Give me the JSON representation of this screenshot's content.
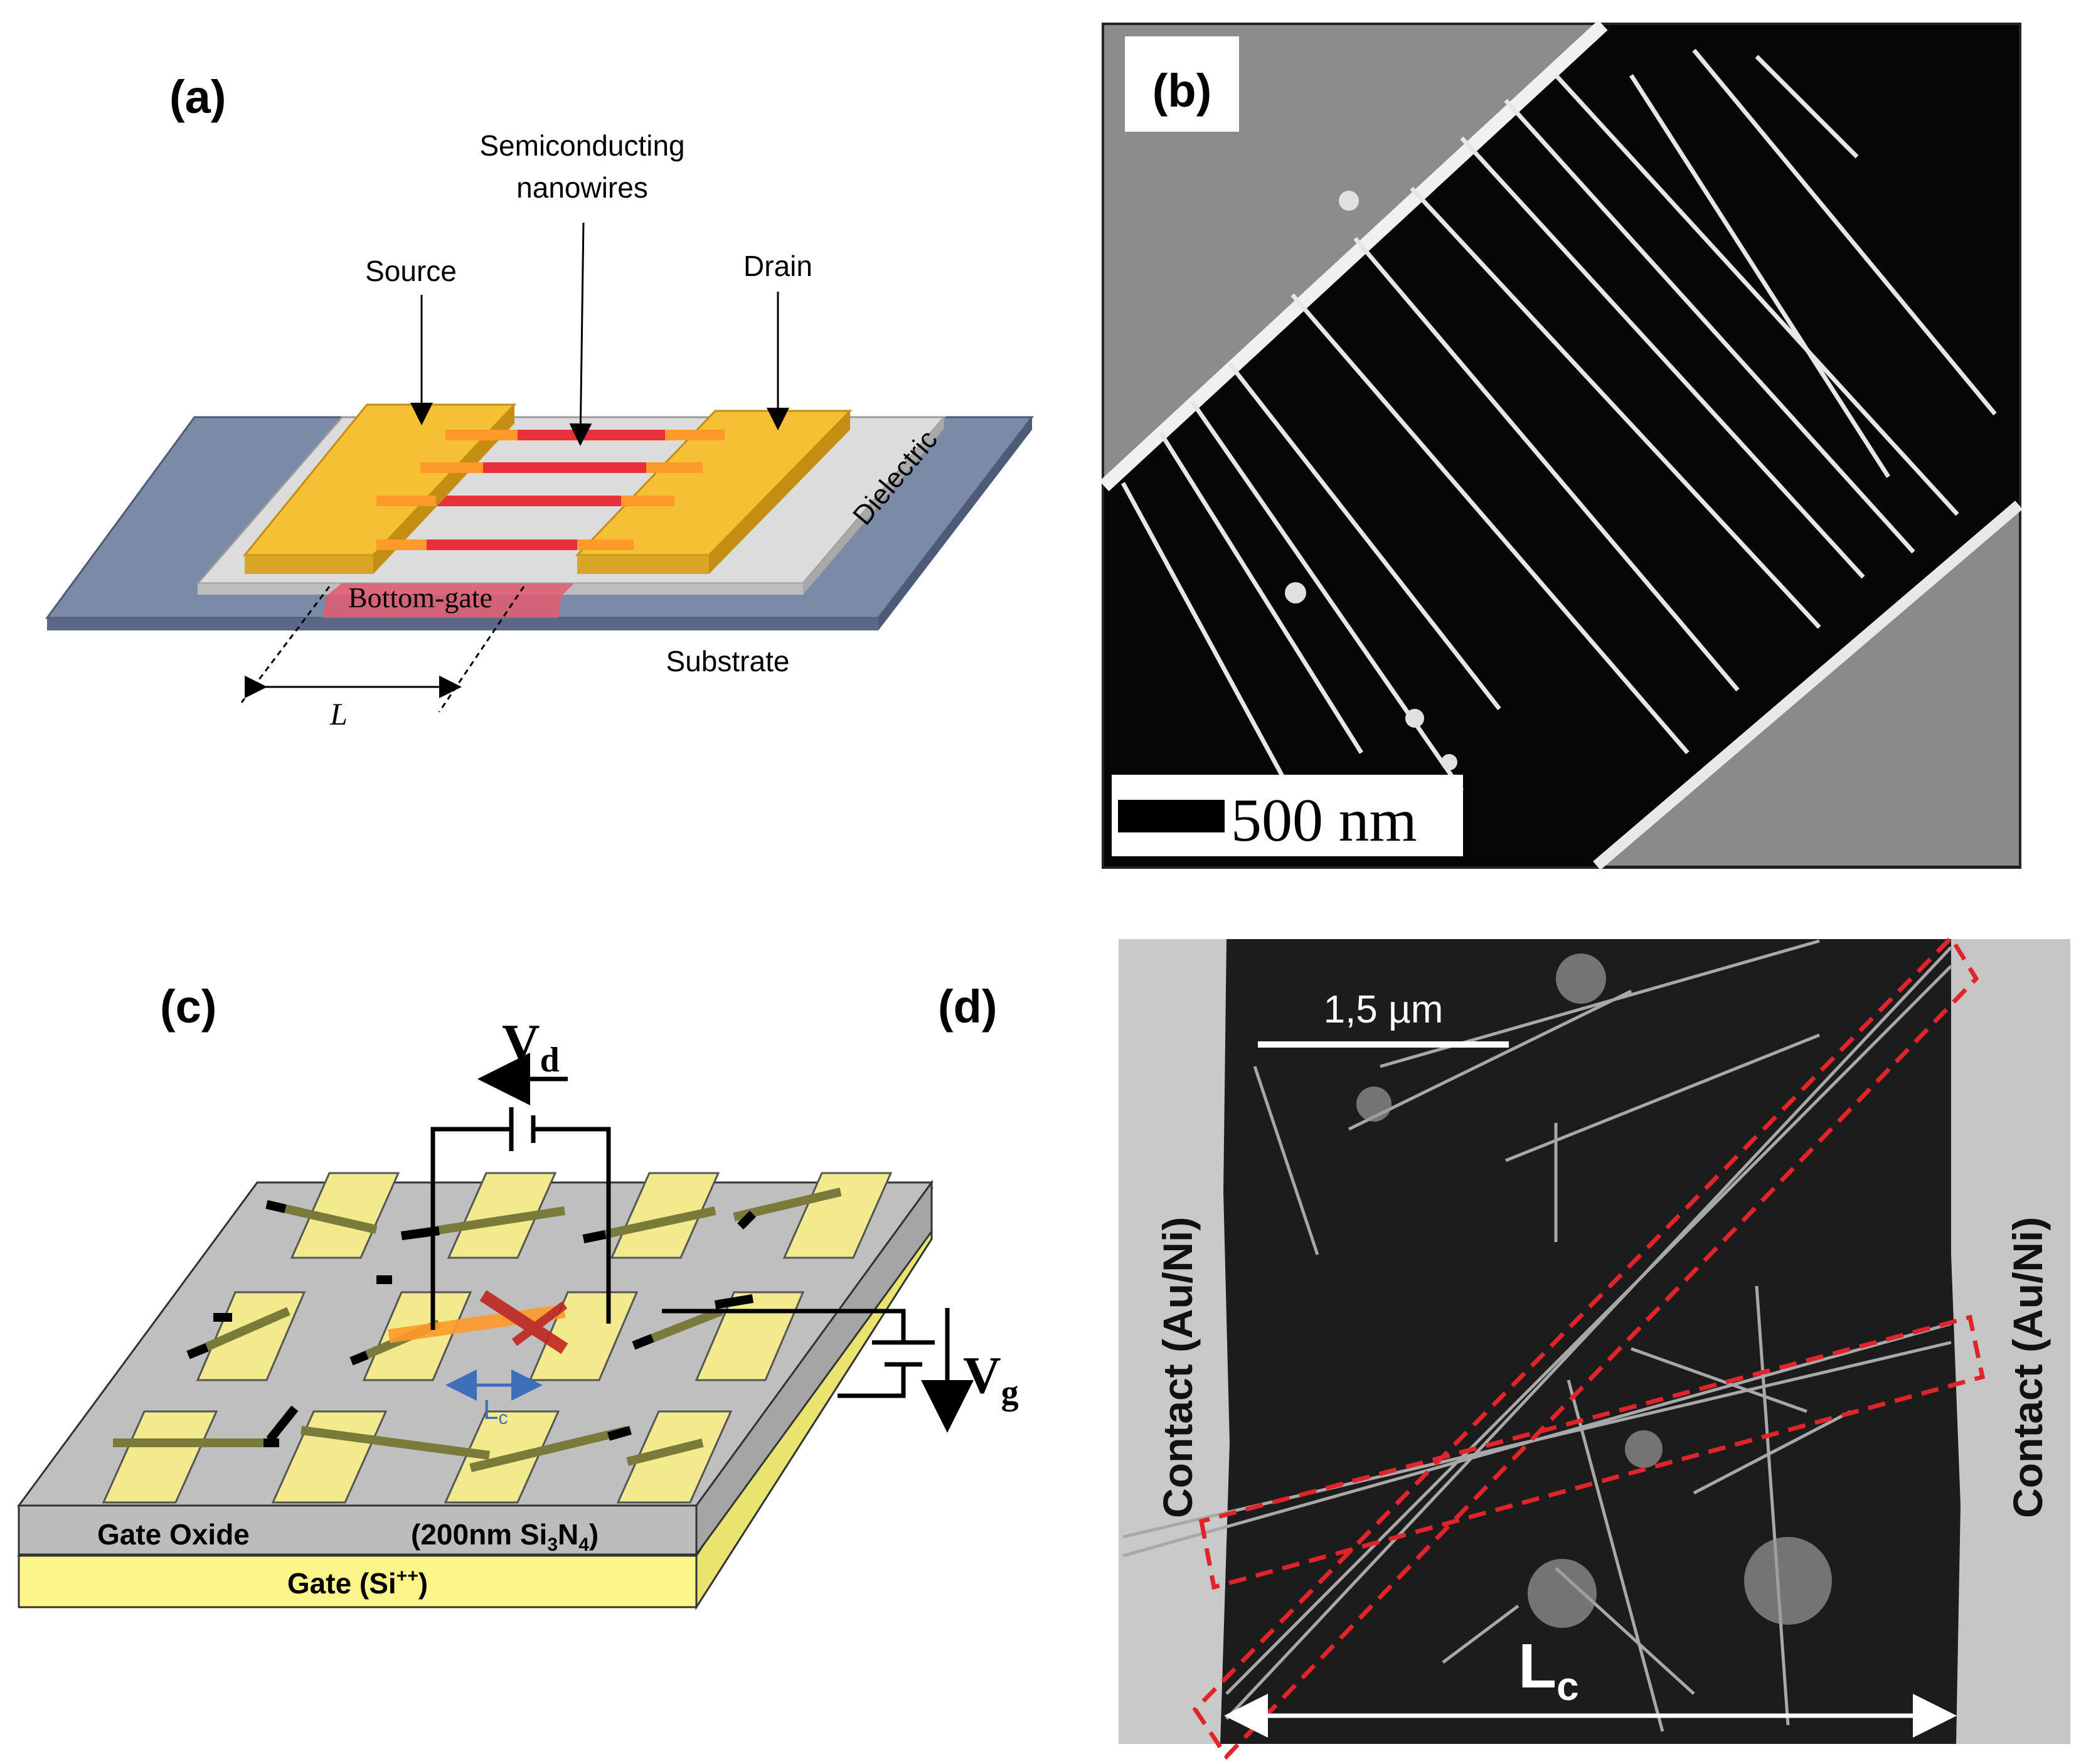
{
  "panels": {
    "a": {
      "label": "(a)",
      "semiconducting": "Semiconducting",
      "nanowires": "nanowires",
      "source": "Source",
      "drain": "Drain",
      "dielectric": "Dielectric",
      "bottom_gate": "Bottom-gate",
      "substrate": "Substrate",
      "length": "L"
    },
    "b": {
      "label": "(b)",
      "scale_bar": "500 nm"
    },
    "c": {
      "label": "(c)",
      "vd": "V",
      "vd_sub": "d",
      "vg": "V",
      "vg_sub": "g",
      "lc": "L",
      "lc_sub": "c",
      "gate_oxide": "Gate Oxide",
      "si3n4_a": "(200nm Si",
      "si3n4_3": "3",
      "si3n4_n": "N",
      "si3n4_4": "4",
      "si3n4_b": ")",
      "gate_pre": "Gate (Si",
      "gate_sup": "++",
      "gate_post": ")"
    },
    "d": {
      "label": "(d)",
      "scale_bar": "1,5 µm",
      "contact_left": "Contact (Au/Ni)",
      "contact_right": "Contact (Au/Ni)",
      "lc": "L",
      "lc_sub": "c"
    }
  },
  "colors": {
    "electrode_a": "#f5c033",
    "electrode_c": "#f2ea8c",
    "nanowire": "#e8303a",
    "dielectric": "#dcdcdc",
    "substrate": "#7b8aa6",
    "gate": "#fbf58a",
    "gate_oxide": "#bfbfbf",
    "dashed_outline": "#e0242a",
    "lc_arrow": "#3f6fb8"
  }
}
